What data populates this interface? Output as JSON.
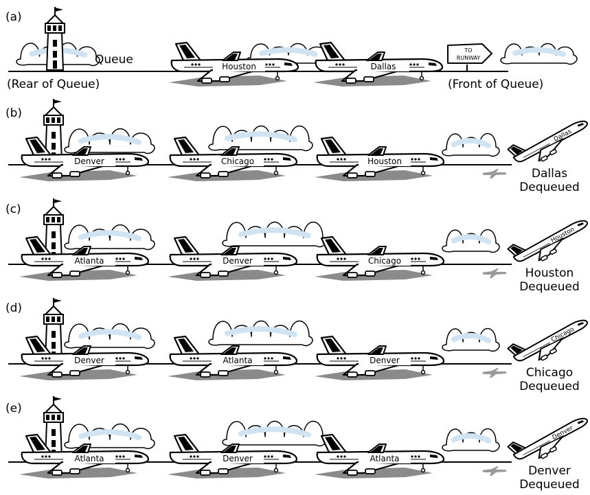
{
  "panels": [
    {
      "letter": "(a)",
      "queue_label": "Queue",
      "rear_label": "(Rear of Queue)",
      "front_label": "(Front of Queue)",
      "sign": {
        "line1": "TO",
        "line2": "RUNWAY"
      },
      "planes": [
        "Houston",
        "Dallas"
      ],
      "departing": null,
      "status": null
    },
    {
      "letter": "(b)",
      "planes": [
        "Denver",
        "Chicago",
        "Houston"
      ],
      "departing": "Dallas",
      "status": {
        "city": "Dallas",
        "word": "Dequeued"
      }
    },
    {
      "letter": "(c)",
      "planes": [
        "Atlanta",
        "Denver",
        "Chicago"
      ],
      "departing": "Houston",
      "status": {
        "city": "Houston",
        "word": "Dequeued"
      }
    },
    {
      "letter": "(d)",
      "planes": [
        "Denver",
        "Atlanta",
        "Denver"
      ],
      "departing": "Chicago",
      "status": {
        "city": "Chicago",
        "word": "Dequeued"
      }
    },
    {
      "letter": "(e)",
      "planes": [
        "Atlanta",
        "Denver",
        "Atlanta"
      ],
      "departing": "Denver",
      "status": {
        "city": "Denver",
        "word": "Dequeued"
      }
    }
  ],
  "colors": {
    "cloud_fill": "#cfe3f3",
    "shadow": "#8a8a8a",
    "ink": "#000000"
  }
}
